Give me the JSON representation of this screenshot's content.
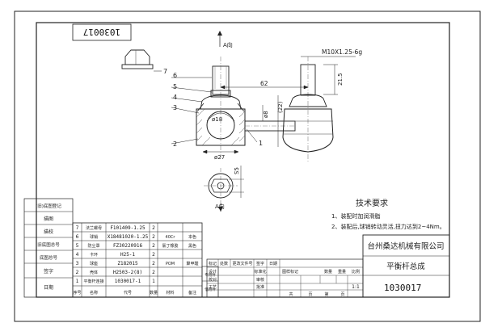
{
  "stamp": {
    "rotated_number": "1030017"
  },
  "views": {
    "arrow_label_top": "A向",
    "arrow_label_bottom": "A向",
    "thread_spec": "M10X1.25-6g",
    "dim_length": "62",
    "dim_height": "21.5",
    "dim_rod_dia": "ø8",
    "dim_offset": "(22)",
    "dim_ball": "ø18",
    "dim_housing": "ø27",
    "dim_flat": "S5"
  },
  "callouts": [
    "1",
    "2",
    "3",
    "4",
    "5",
    "6",
    "7"
  ],
  "tech_requirements": {
    "title": "技术要求",
    "items": [
      "1、装配时加润滑脂",
      "2、装配后,球销转动灵活,扭力达到2~4Nm。"
    ]
  },
  "side_labels": [
    "(旧)底图登记",
    "描图",
    "描校",
    "旧底图总号",
    "底图总号",
    "签字",
    "日期"
  ],
  "bom": {
    "rows": [
      {
        "no": "7",
        "name": "法兰螺母",
        "code": "F101409-1.25",
        "qty": "2",
        "mat": "",
        "note": ""
      },
      {
        "no": "6",
        "name": "球销",
        "code": "X18481020-1.25",
        "qty": "2",
        "mat": "40Cr",
        "note": "本色"
      },
      {
        "no": "5",
        "name": "防尘罩",
        "code": "FZ30220916",
        "qty": "2",
        "mat": "氯丁橡胶",
        "note": "黑色"
      },
      {
        "no": "4",
        "name": "卡环",
        "code": "H25-1",
        "qty": "2",
        "mat": "",
        "note": ""
      },
      {
        "no": "3",
        "name": "球座",
        "code": "Z182015",
        "qty": "2",
        "mat": "POM",
        "note": "聚甲醛"
      },
      {
        "no": "2",
        "name": "壳体",
        "code": "H2503-2(8)",
        "qty": "2",
        "mat": "",
        "note": ""
      },
      {
        "no": "1",
        "name": "平衡杆连接",
        "code": "1030017-1",
        "qty": "1",
        "mat": "",
        "note": ""
      }
    ],
    "footer": [
      "序号",
      "名称",
      "代号",
      "数量",
      "材料",
      "备注"
    ],
    "extra_right": [
      "专用件",
      "借用件"
    ]
  },
  "sign_block": {
    "labels": [
      "标记",
      "处数",
      "更改文件号",
      "签字",
      "日期",
      "设计",
      "标准化",
      "校对",
      "审核",
      "工艺",
      "批准"
    ],
    "stage_labels": [
      "图样标记",
      "数量",
      "重量",
      "比例"
    ],
    "scale": "1:1",
    "sheet": [
      "共",
      "页",
      "第",
      "页"
    ]
  },
  "title_block": {
    "company": "台州桑达机械有限公司",
    "part_name": "平衡杆总成",
    "drawing_no": "1030017"
  }
}
